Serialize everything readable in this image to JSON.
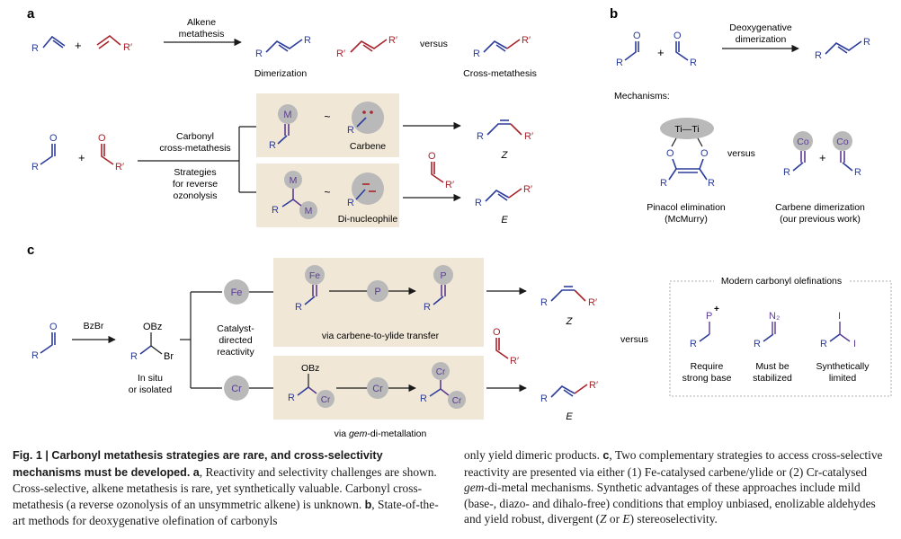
{
  "panels": {
    "a": {
      "letter": "a",
      "alkene_label": "Alkene",
      "metathesis_label": "metathesis",
      "versus": "versus",
      "dimerization": "Dimerization",
      "cross_metathesis": "Cross-metathesis",
      "carbonyl_label": "Carbonyl",
      "cross_metathesis_lower": "cross-metathesis",
      "strategies_1": "Strategies",
      "strategies_2": "for reverse",
      "strategies_3": "ozonolysis",
      "tilde": "~",
      "carbene": "Carbene",
      "di_nucleophile": "Di-nucleophile",
      "z_label": "Z",
      "e_label": "E",
      "metal_m": "M",
      "plus": "+"
    },
    "b": {
      "letter": "b",
      "deoxygenative": "Deoxygenative",
      "dimerization": "dimerization",
      "mechanisms": "Mechanisms:",
      "ti_ti": "Ti—Ti",
      "versus": "versus",
      "co": "Co",
      "pinacol_1": "Pinacol elimination",
      "pinacol_2": "(McMurry)",
      "carbene_dim_1": "Carbene dimerization",
      "carbene_dim_2": "(our previous work)"
    },
    "c": {
      "letter": "c",
      "bzbr": "BzBr",
      "obz": "OBz",
      "br": "Br",
      "in_situ_1": "In situ",
      "in_situ_2": "or isolated",
      "catalyst_1": "Catalyst-",
      "catalyst_2": "directed",
      "catalyst_3": "reactivity",
      "fe": "Fe",
      "cr": "Cr",
      "p": "P",
      "via_carbene": "via carbene-to-ylide  transfer",
      "via_gem_pre": "via ",
      "via_gem_it": "gem",
      "via_gem_post": "-di-metallation",
      "versus": "versus",
      "z_label": "Z",
      "e_label": "E",
      "modern_title": "Modern carbonyl olefinations",
      "p_plus": "P",
      "n2": "N₂",
      "iodine": "I",
      "require_1": "Require",
      "require_2": "strong base",
      "stabilized_1": "Must be",
      "stabilized_2": "stabilized",
      "synth_1": "Synthetically",
      "synth_2": "limited"
    },
    "atoms": {
      "r": "R",
      "r_prime": "R′",
      "o": "O"
    }
  },
  "caption": {
    "fig_label": "Fig. 1 | Carbonyl metathesis strategies are rare, and cross-selectivity mechanisms must be developed.",
    "a_letter": "a",
    "a_text": ", Reactivity and selectivity challenges are shown. Cross-selective, alkene metathesis is rare, yet synthetically valuable. Carbonyl cross-metathesis (a reverse ozonolysis of an unsymmetric alkene) is unknown.",
    "b_letter": "b",
    "b_text": ", State-of-the-art methods for deoxygenative olefination of carbonyls",
    "right_1": "only yield dimeric products.",
    "c_letter": "c",
    "c_text_1": ", Two complementary strategies to access cross-selective reactivity are presented via either (1) Fe-catalysed carbene/ylide or (2) Cr-catalysed",
    "gem": "gem",
    "c_text_2": "-di-metal mechanisms. Synthetic advantages of these approaches include mild (base-, diazo- and dihalo-free) conditions that employ unbiased, enolizable aldehydes and yield robust, divergent (",
    "z": "Z",
    "or": " or ",
    "e": "E",
    "c_text_3": ") stereoselectivity."
  },
  "colors": {
    "blue": "#2d3d9c",
    "red": "#a8242b",
    "purple": "#5b3c92",
    "beige": "#f1e7d7",
    "gray_circle": "#b9b9b9",
    "ink": "#1a1a1a"
  }
}
